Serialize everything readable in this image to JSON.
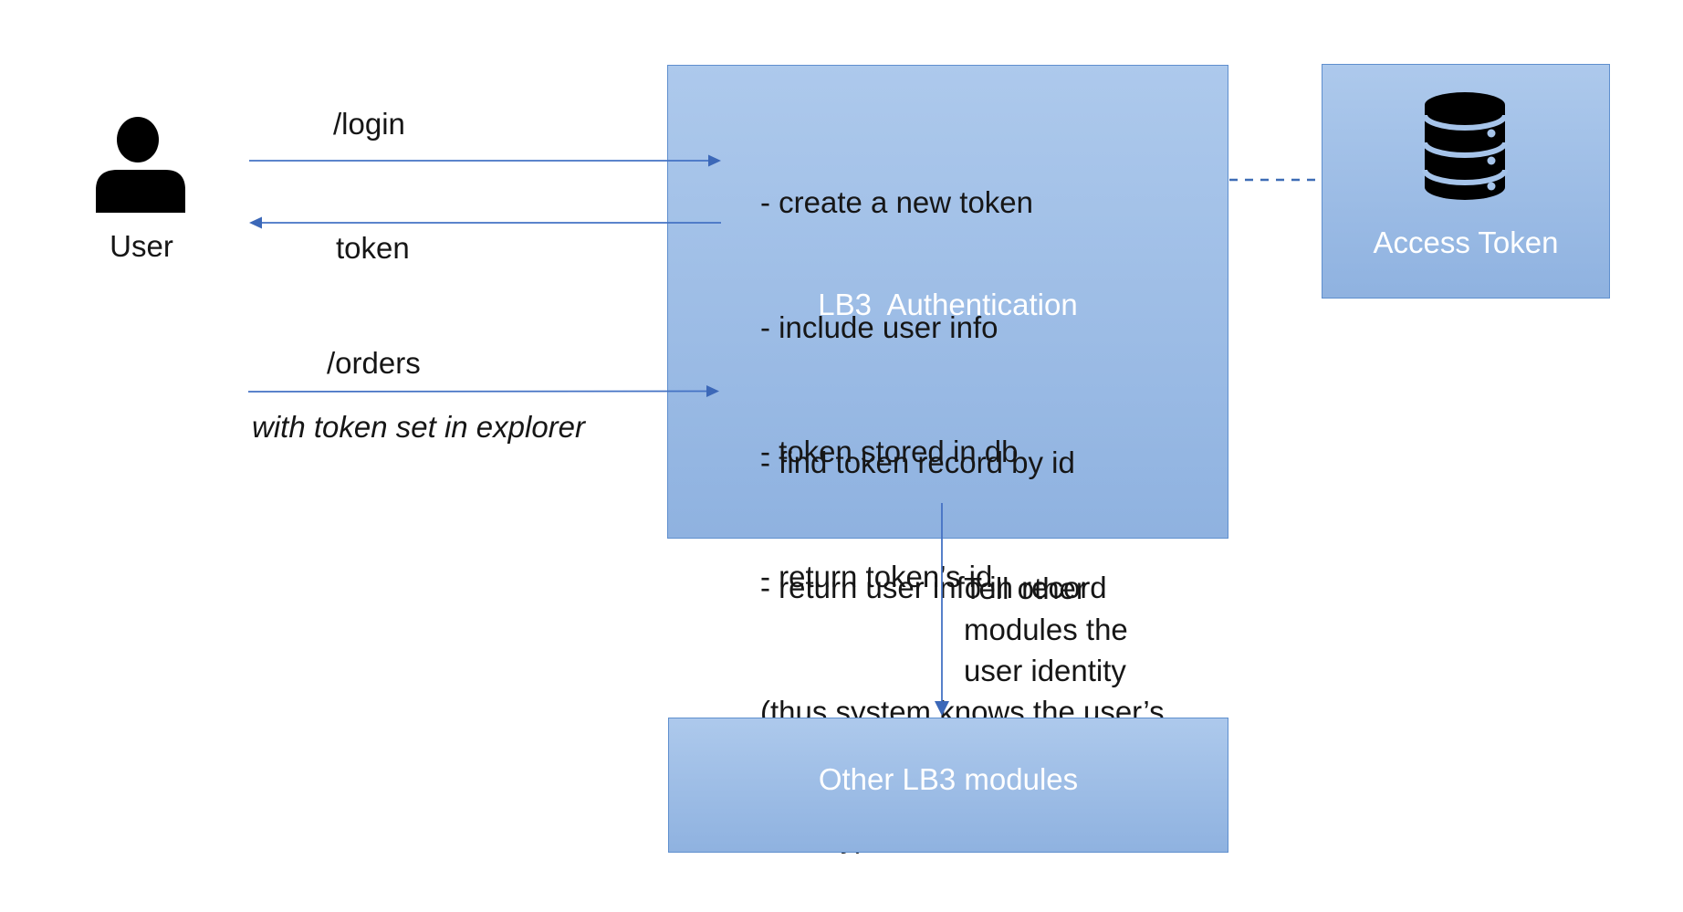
{
  "diagram": {
    "title_hint": "LB3 token authentication flow diagram",
    "colors": {
      "background": "#ffffff",
      "box_fill_top": "#adc9ec",
      "box_fill_bottom": "#8fb2e0",
      "box_border": "#5f8fce",
      "connector": "#4472c4",
      "arrowhead": "#3c68b8",
      "text_dark": "#161616",
      "text_light": "#ffffff",
      "icon_black": "#000000"
    },
    "actor": {
      "icon": "person-icon",
      "label": "User"
    },
    "flows": {
      "login": {
        "label": "/login"
      },
      "token": {
        "label": "token"
      },
      "orders": {
        "label": "/orders",
        "note": "with token set in explorer"
      }
    },
    "auth_box": {
      "title": "LB3  Authentication",
      "login_steps": [
        "- create a new token",
        "- include user info",
        "- token stored in db",
        "- return token’s id"
      ],
      "orders_steps": [
        "- find token record by id",
        "- return user info in record",
        "(thus system knows the user’s",
        "identity)"
      ]
    },
    "access_token_box": {
      "icon": "database-icon",
      "label": "Access Token"
    },
    "modules_box": {
      "label": "Other LB3 modules"
    },
    "tell_note": {
      "lines": [
        "Tell other",
        "modules the",
        "user identity"
      ]
    }
  }
}
